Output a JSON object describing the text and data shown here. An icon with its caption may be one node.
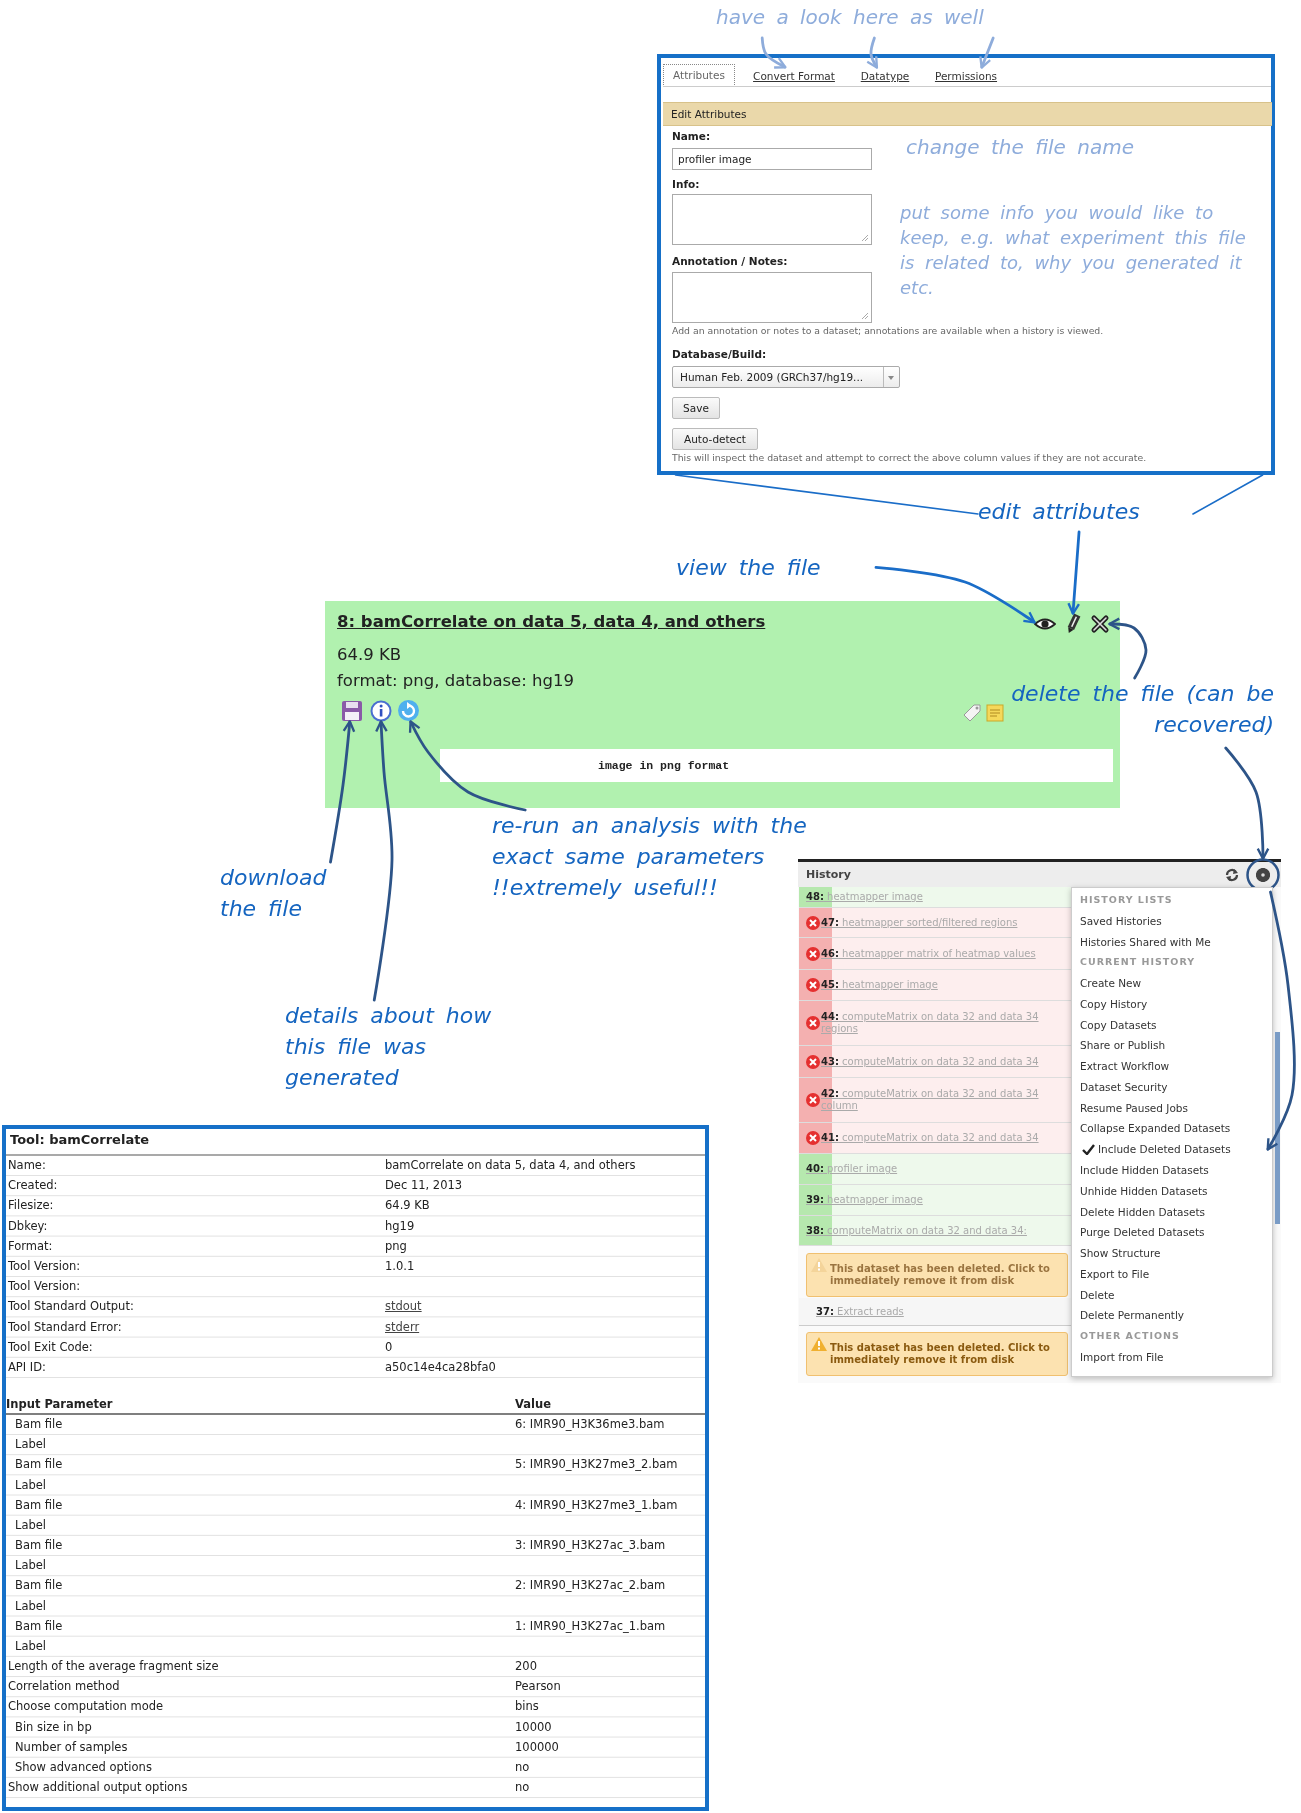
{
  "diagram": {
    "nodes": [
      {
        "text": [
          "have a look here as well"
        ]
      },
      {
        "text": [],
        "shape": "box"
      },
      {
        "text": [
          "Attributes"
        ],
        "in": 1
      },
      {
        "text": [
          "Convert Format"
        ],
        "in": 1
      },
      {
        "text": [
          "Datatype"
        ],
        "in": 1
      },
      {
        "text": [
          "Permissions"
        ],
        "in": 1
      },
      {
        "text": [
          "Edit Attributes"
        ],
        "in": 1
      },
      {
        "text": [
          "profiler image"
        ],
        "in": 1
      },
      {
        "text": [],
        "shape": "box",
        "in": 1
      },
      {
        "text": [],
        "shape": "box",
        "in": 1
      },
      {
        "text": [
          "Human Feb. 2009 (GRCh37/hg19..."
        ],
        "in": 1
      },
      {
        "text": [
          "Save"
        ],
        "in": 1
      },
      {
        "text": [
          "Auto-detect"
        ],
        "in": 1
      },
      {
        "text": [
          "edit attributes"
        ]
      },
      {
        "text": [
          "view the file"
        ]
      },
      {
        "text": [
          "8: bamCorrelate on data 5, data 4, and others",
          "64.9 KB",
          "format: png, database: hg19"
        ]
      },
      {
        "text": [],
        "shape": "picture",
        "in": 15
      },
      {
        "text": [],
        "shape": "picture",
        "in": 15
      },
      {
        "text": [],
        "shape": "picture",
        "in": 15
      },
      {
        "text": [],
        "shape": "picture",
        "in": 15
      },
      {
        "text": [],
        "shape": "picture",
        "in": 15
      },
      {
        "text": [],
        "shape": "picture",
        "in": 15
      },
      {
        "text": [
          "image in png format"
        ],
        "in": 15
      },
      {
        "text": [
          "delete the file (can be recovered)"
        ]
      },
      {
        "text": [
          "re-run an analysis with the exact same parameters !!extremely useful!!"
        ]
      },
      {
        "text": [
          "download the file"
        ]
      },
      {
        "text": [
          "details about how this file was generated"
        ]
      },
      {
        "text": [
          "History"
        ]
      },
      {
        "text": [],
        "shape": "circle",
        "in": 27
      },
      {
        "text": [
          "**48:** heatmapper image"
        ],
        "in": 27
      },
      {
        "text": [
          "**47:** heatmapper sorted/filtered regions"
        ],
        "in": 27
      },
      {
        "text": [
          "**46:** heatmapper matrix of heatmap values"
        ],
        "in": 27
      },
      {
        "text": [
          "**45:** heatmapper image"
        ],
        "in": 27
      },
      {
        "text": [
          "**44:** computeMatrix on data 32 and data 34 regions"
        ],
        "in": 27
      },
      {
        "text": [
          "**43:** computeMatrix on data 32 and data 34"
        ],
        "in": 27
      },
      {
        "text": [
          "**42:** computeMatrix on data 32 and data 34 column"
        ],
        "in": 27
      },
      {
        "text": [
          "**41:** computeMatrix on data 32 and data 34"
        ],
        "in": 27
      },
      {
        "text": [
          "**40:** profiler image"
        ],
        "in": 27
      },
      {
        "text": [
          "**39:** heatmapper image"
        ],
        "in": 27
      },
      {
        "text": [
          "**38:** computeMatrix on data 32 and data 34:"
        ],
        "in": 27
      },
      {
        "text": [
          "This dataset has been deleted. Click to immediately remove it from disk"
        ],
        "in": 27
      },
      {
        "text": [
          "**37:** Extract reads"
        ],
        "in": 27
      },
      {
        "text": [
          "This dataset has been deleted. Click to immediately remove it from disk"
        ],
        "in": 27
      },
      {
        "text": [],
        "shape": "box",
        "in": 27
      },
      {
        "text": [
          "HISTORY LISTS"
        ],
        "in": 43
      },
      {
        "text": [
          "Saved Histories"
        ],
        "in": 43
      },
      {
        "text": [
          "Histories Shared with Me"
        ],
        "in": 43
      },
      {
        "text": [
          "CURRENT HISTORY"
        ],
        "in": 43
      },
      {
        "text": [
          "Create New"
        ],
        "in": 43
      },
      {
        "text": [
          "Copy History"
        ],
        "in": 43
      },
      {
        "text": [
          "Copy Datasets"
        ],
        "in": 43
      },
      {
        "text": [
          "Share or Publish"
        ],
        "in": 43
      },
      {
        "text": [
          "Extract Workflow"
        ],
        "in": 43
      },
      {
        "text": [
          "Dataset Security"
        ],
        "in": 43
      },
      {
        "text": [
          "Resume Paused Jobs"
        ],
        "in": 43
      },
      {
        "text": [
          "Collapse Expanded Datasets"
        ],
        "in": 43
      },
      {
        "text": [
          "Include Deleted Datasets"
        ],
        "in": 43
      },
      {
        "text": [
          "Include Hidden Datasets"
        ],
        "in": 43
      },
      {
        "text": [
          "Unhide Hidden Datasets"
        ],
        "in": 43
      },
      {
        "text": [
          "Delete Hidden Datasets"
        ],
        "in": 43
      },
      {
        "text": [
          "Purge Deleted Datasets"
        ],
        "in": 43
      },
      {
        "text": [
          "Show Structure"
        ],
        "in": 43
      },
      {
        "text": [
          "Export to File"
        ],
        "in": 43
      },
      {
        "text": [
          "Delete"
        ],
        "in": 43
      },
      {
        "text": [
          "Delete Permanently"
        ],
        "in": 43
      },
      {
        "text": [
          "OTHER ACTIONS"
        ],
        "in": 43
      },
      {
        "text": [
          "Import from File"
        ],
        "in": 43
      },
      {
        "text": [
          "Tool: bamCorrelate"
        ]
      }
    ],
    "edges": [
      {
        "from": 0,
        "to": 3,
        "arrow": "to",
        "color": "#8eacdb"
      },
      {
        "from": 0,
        "to": 4,
        "arrow": "to",
        "color": "#8eacdb"
      },
      {
        "from": 0,
        "to": 5,
        "arrow": "to",
        "color": "#8eacdb"
      },
      {
        "from": 13,
        "to": 1,
        "arrow": "none",
        "color": "#1a6dc8"
      },
      {
        "from": 13,
        "to": 1,
        "arrow": "none",
        "color": "#1a6dc8"
      },
      {
        "from": 13,
        "to": 17,
        "arrow": "to",
        "color": "#1a6dc8"
      },
      {
        "from": 14,
        "to": 16,
        "arrow": "to",
        "color": "#1a6dc8"
      },
      {
        "from": 23,
        "to": 18,
        "arrow": "to"
      },
      {
        "from": 23,
        "to": 28,
        "arrow": "to"
      },
      {
        "from": 28,
        "to": 56,
        "arrow": "to"
      },
      {
        "from": 24,
        "to": 21,
        "arrow": "to"
      },
      {
        "from": 25,
        "to": 19,
        "arrow": "to"
      },
      {
        "from": 26,
        "to": 20,
        "arrow": "to"
      }
    ],
    "labels": [
      "Name:",
      "Info:",
      "Annotation / Notes:",
      "Add an annotation or notes to a dataset; annotations are available when a history is viewed.",
      "Database/Build:",
      "This will inspect the dataset and attempt to correct the above column values if they are not accurate.",
      "change the file name",
      "put some info you would like to keep, e.g. what experiment this file is related to, why you generated it etc.",
      "Name:",
      "bamCorrelate on data 5, data 4, and others",
      "Created:",
      "Dec 11, 2013",
      "Filesize:",
      "64.9 KB",
      "Dbkey:",
      "hg19",
      "Format:",
      "png",
      "Tool Version:",
      "1.0.1",
      "Tool Version:",
      "Tool Standard Output:",
      "stdout",
      "Tool Standard Error:",
      "stderr",
      "Tool Exit Code:",
      "0",
      "API ID:",
      "a50c14e4ca28bfa0",
      "Input Parameter",
      "Value",
      "Bam file",
      "6: IMR90_H3K36me3.bam",
      "Label",
      "Bam file",
      "5: IMR90_H3K27me3_2.bam",
      "Label",
      "Bam file",
      "4: IMR90_H3K27me3_1.bam",
      "Label",
      "Bam file",
      "3: IMR90_H3K27ac_3.bam",
      "Label",
      "Bam file",
      "2: IMR90_H3K27ac_2.bam",
      "Label",
      "Bam file",
      "1: IMR90_H3K27ac_1.bam",
      "Label",
      "Length of the average fragment size",
      "200",
      "Correlation method",
      "Pearson",
      "Choose computation mode",
      "bins",
      "Bin size in bp",
      "10000",
      "Number of samples",
      "100000",
      "Show advanced options",
      "no",
      "Show additional output options",
      "no"
    ]
  }
}
